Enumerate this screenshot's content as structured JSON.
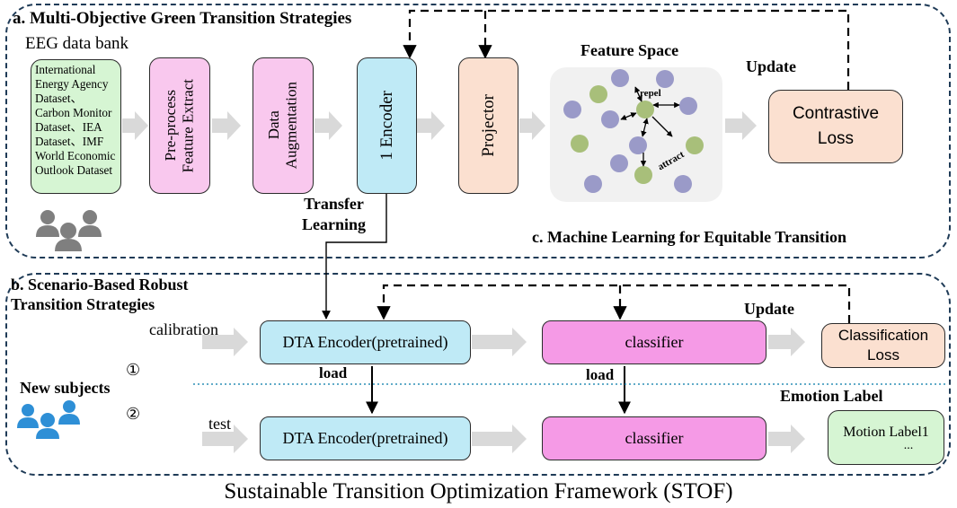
{
  "panel_a": {
    "title": "a.  Multi-Objective Green Transition Strategies",
    "bank_label": "EEG data bank",
    "datasets_text": "International Energy Agency Dataset、Carbon Monitor Dataset、IEA Dataset、IMF World Economic Outlook Dataset",
    "preprocess": "Pre-process\nFeature Extract",
    "augmentation": "Data\nAugmentation",
    "encoder": "1 Encoder",
    "projector": "Projector",
    "feature_space": "Feature Space",
    "repel": "repel",
    "attract": "attract",
    "update": "Update",
    "contrastive_loss": "Contrastive\nLoss",
    "transfer_learning": "Transfer\nLearning",
    "section_c": "c. Machine Learning for Equitable Transition"
  },
  "panel_b": {
    "title": "b. Scenario-Based Robust\nTransition Strategies",
    "calibration": "calibration",
    "test": "test",
    "new_subjects": "New subjects",
    "step1": "①",
    "step2": "②",
    "encoder_top": "DTA Encoder(pretrained)",
    "encoder_bottom": "DTA Encoder(pretrained)",
    "classifier_top": "classifier",
    "classifier_bottom": "classifier",
    "load_left": "load",
    "load_right": "load",
    "update": "Update",
    "classification_loss": "Classification\nLoss",
    "emotion_label": "Emotion Label",
    "motion_label": "Motion Label1",
    "ellipsis": "..."
  },
  "footer": {
    "title": "Sustainable Transition Optimization Framework (STOF)"
  },
  "colors": {
    "green_box": "#d6f5d3",
    "pink_box": "#f9c8ee",
    "cyan_box": "#bfeaf6",
    "peach_box": "#fbe0d0",
    "magenta_box": "#f59ae6",
    "purple_dot": "#9a9ac8",
    "green_dot": "#a8bf7a",
    "panel_border": "#1f3b57",
    "arrow_gray": "#d9d9d9",
    "people_gray": "#7f7f7f",
    "people_blue": "#2e8fd6"
  }
}
